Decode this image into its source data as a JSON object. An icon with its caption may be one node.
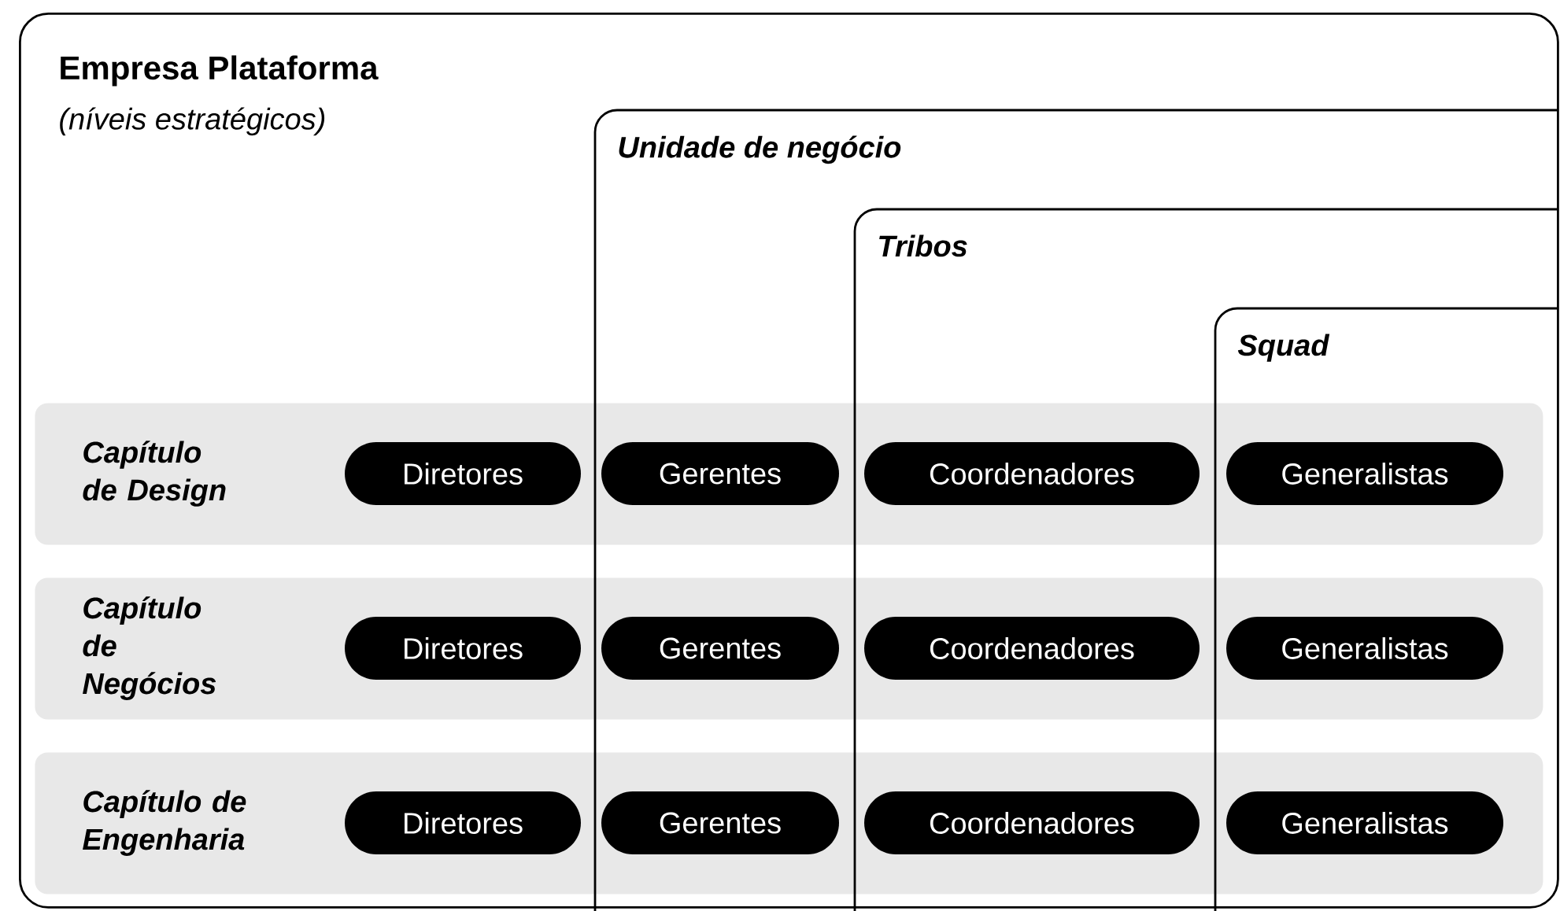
{
  "diagram": {
    "nodes": [
      {
        "text": [
          "Empresa Plataforma",
          "(níveis estratégicos)"
        ]
      },
      {
        "text": [
          "Unidade de negócio"
        ],
        "in": 0
      },
      {
        "text": [
          "Tribos"
        ],
        "in": 1
      },
      {
        "text": [
          "Squad"
        ],
        "in": 2
      },
      {
        "text": [
          "Capítulo de Design"
        ],
        "in": 0
      },
      {
        "text": [
          "Diretores"
        ],
        "in": 4
      },
      {
        "text": [
          "Gerentes"
        ]
      },
      {
        "text": [
          "Coordenadores"
        ]
      },
      {
        "text": [
          "Generalistas"
        ]
      },
      {
        "text": [
          "Capítulo de Negócios"
        ],
        "in": 0
      },
      {
        "text": [
          "Diretores"
        ],
        "in": 9
      },
      {
        "text": [
          "Gerentes"
        ]
      },
      {
        "text": [
          "Coordenadores"
        ]
      },
      {
        "text": [
          "Generalistas"
        ]
      },
      {
        "text": [
          "Capítulo de Engenharia"
        ],
        "in": 0
      },
      {
        "text": [
          "Diretores"
        ],
        "in": 14
      },
      {
        "text": [
          "Gerentes"
        ]
      },
      {
        "text": [
          "Coordenadores"
        ]
      },
      {
        "text": [
          "Generalistas"
        ]
      }
    ]
  }
}
